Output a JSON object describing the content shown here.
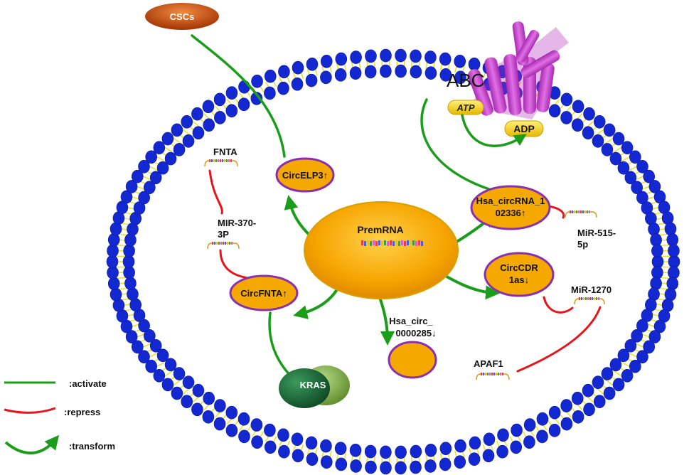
{
  "nodes": {
    "cscs": "CSCs",
    "abc": "ABC",
    "atp": "ATP",
    "adp": "ADP",
    "premrna": "PremRNA",
    "circelp3": "CircELP3↑",
    "hsa_circrna_line1": "Hsa_circRNA_1",
    "hsa_circrna_line2": "02336↑",
    "circcdr_line1": "CircCDR",
    "circcdr_line2": "1as↓",
    "circfnta": "CircFNTA↑",
    "hsa_circ_line1": "Hsa_circ_",
    "hsa_circ_line2": "0000285↓",
    "kras": "KRAS",
    "fnta": "FNTA",
    "mir370_line1": "MIR-370-",
    "mir370_line2": "3P",
    "mir515_line1": "MiR-515-",
    "mir515_line2": "5p",
    "mir1270": "MiR-1270",
    "apaf1": "APAF1"
  },
  "legend": {
    "activate": ":activate",
    "repress": ":repress",
    "transform": ":transform"
  },
  "colors": {
    "activate": "#1a9e1a",
    "repress": "#e8141c",
    "bead": "#1428d2",
    "membrane_tail": "#e8e020",
    "node_fill": "#f5a800",
    "node_border": "#8a2fb0",
    "receptor": "#c23ac8",
    "cscs": "#c84a10",
    "kras": "#1f6e3a"
  }
}
